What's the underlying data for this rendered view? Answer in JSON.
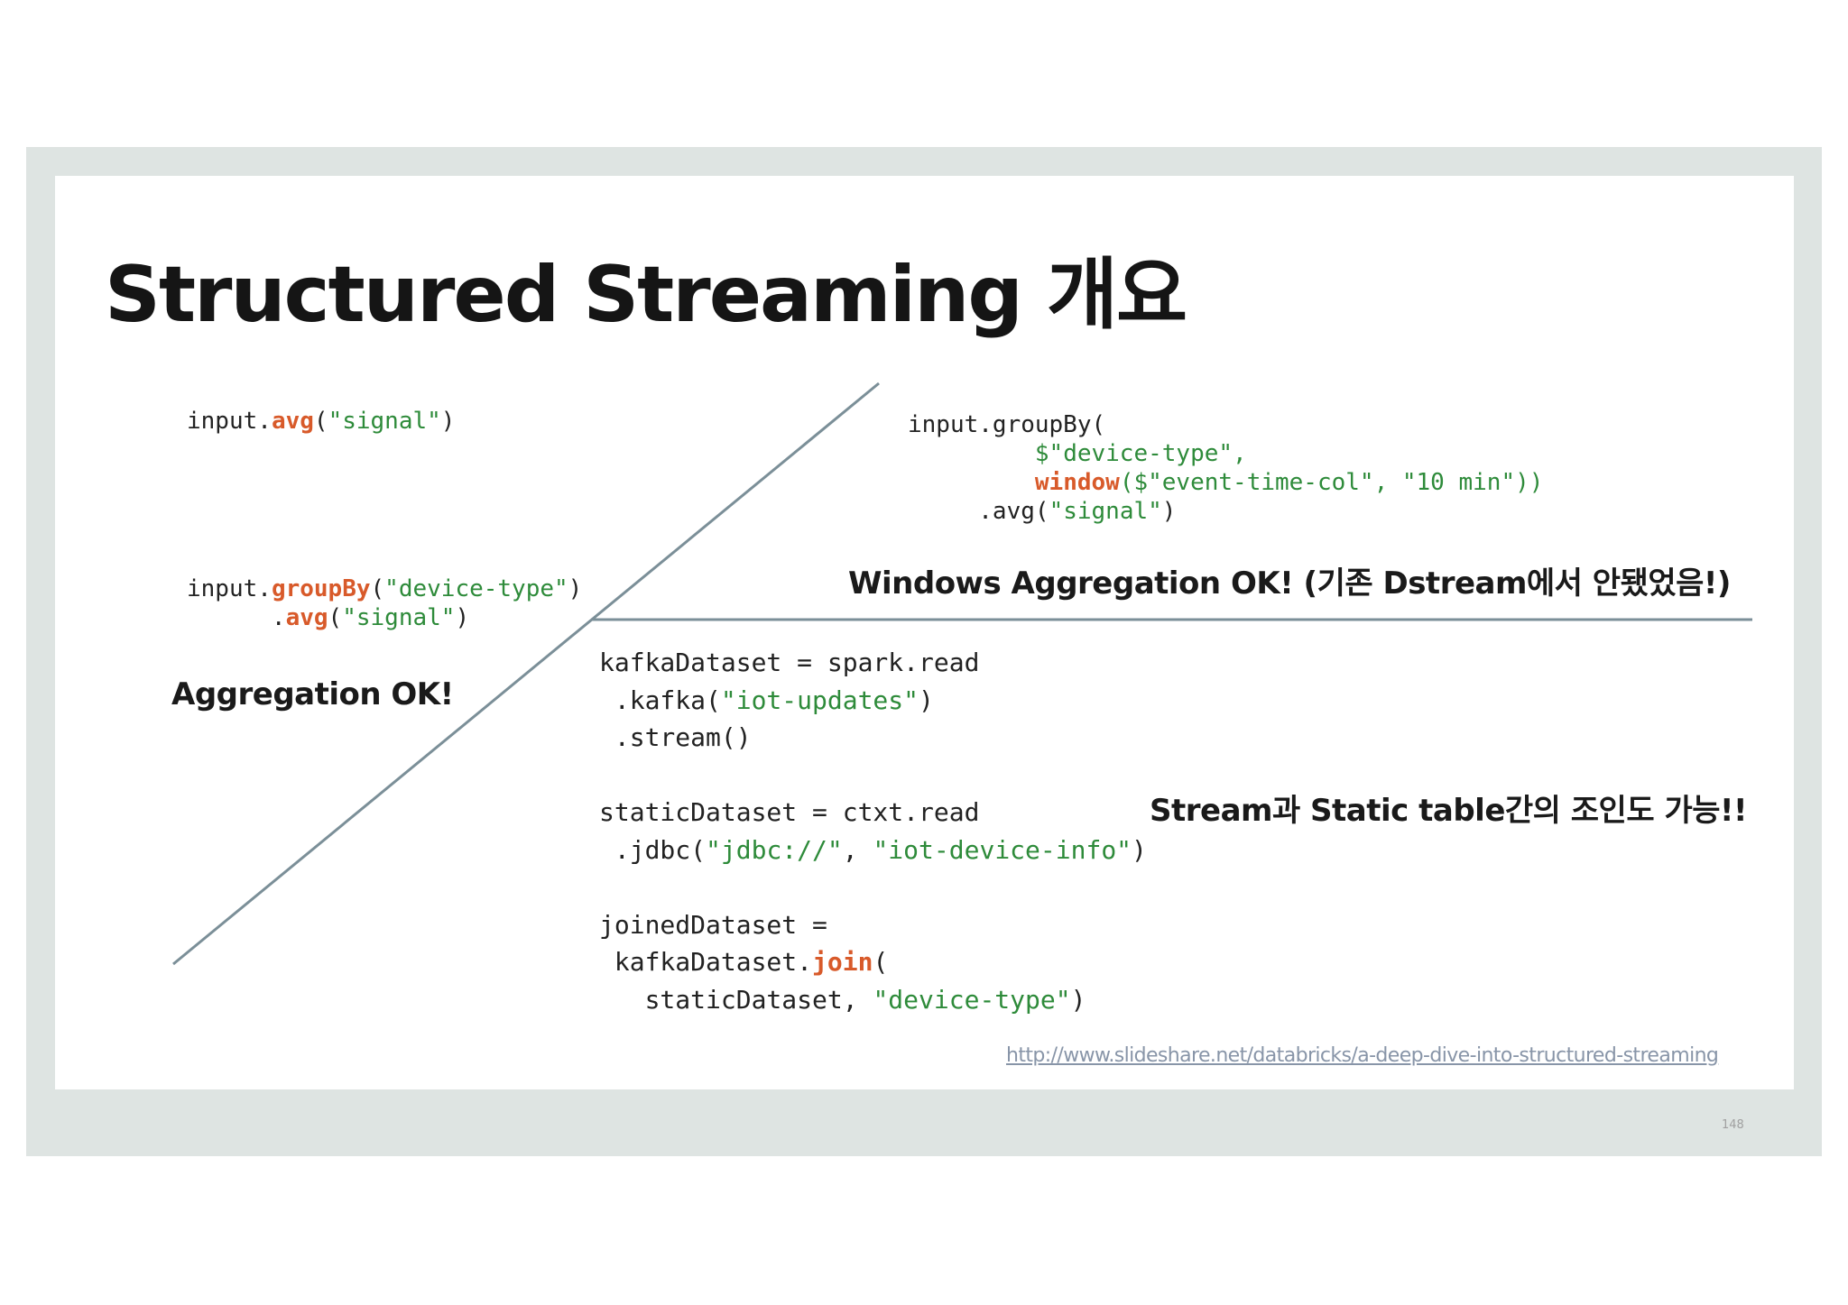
{
  "slide": {
    "title": "Structured Streaming 개요",
    "page_number": "148",
    "source_link": "http://www.slideshare.net/databricks/a-deep-dive-into-structured-streaming"
  },
  "left": {
    "code1": {
      "l1_a": "input",
      "l1_b": ".",
      "l1_c": "avg",
      "l1_d": "(",
      "l1_e": "\"signal\"",
      "l1_f": ")"
    },
    "code2": {
      "l1_a": "input",
      "l1_b": ".",
      "l1_c": "groupBy",
      "l1_d": "(",
      "l1_e": "\"device-type\"",
      "l1_f": ")",
      "l2_indent": "      ",
      "l2_a": ".",
      "l2_b": "avg",
      "l2_c": "(",
      "l2_d": "\"signal\"",
      "l2_e": ")"
    },
    "caption": "Aggregation OK!"
  },
  "right_top": {
    "code": {
      "l1": "input.groupBy(",
      "l2_indent": "         ",
      "l2": "$\"device-type\",",
      "l3_indent": "         ",
      "l3_a": "window",
      "l3_b": "($\"event-time-col\", \"10 min\"))",
      "l4_indent": "     ",
      "l4_a": ".avg(",
      "l4_b": "\"signal\"",
      "l4_c": ")"
    },
    "caption": "Windows Aggregation OK! (기존 Dstream에서 안됐었음!)"
  },
  "right_bottom": {
    "code": {
      "l1": "kafkaDataset = spark.read",
      "l2_a": " .kafka(",
      "l2_b": "\"iot-updates\"",
      "l2_c": ")",
      "l3": " .stream()",
      "l5": "staticDataset = ctxt.read",
      "l6_a": " .jdbc(",
      "l6_b": "\"jdbc://\"",
      "l6_c": ", ",
      "l6_d": "\"iot-device-info\"",
      "l6_e": ")",
      "l8": "joinedDataset =",
      "l9_a": " kafkaDataset.",
      "l9_b": "join",
      "l9_c": "(",
      "l10_a": "   staticDataset, ",
      "l10_b": "\"device-type\"",
      "l10_c": ")"
    },
    "caption": "Stream과 Static table간의 조인도 가능!!"
  }
}
